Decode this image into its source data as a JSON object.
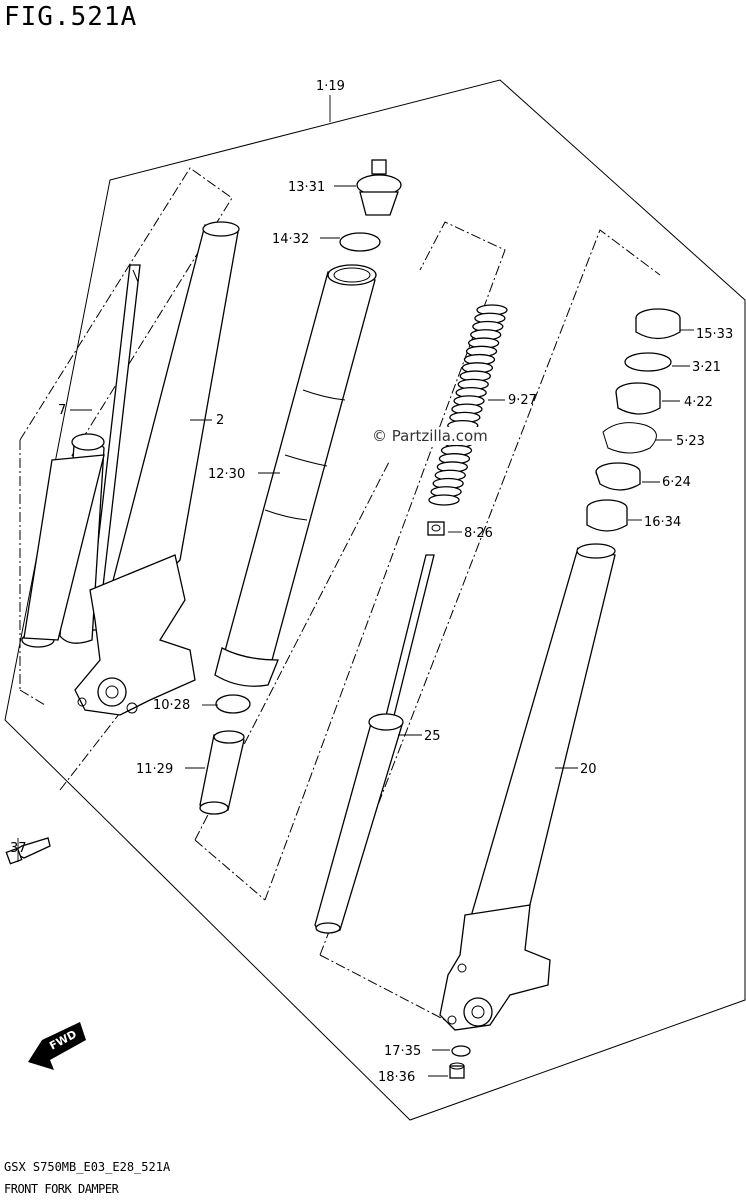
{
  "figure": {
    "title": "FIG.521A",
    "code": "GSX  S750MB_E03_E28_521A",
    "caption": "FRONT FORK DAMPER",
    "watermark": "© Partzilla.com",
    "direction_badge": "FWD"
  },
  "callouts": [
    {
      "id": "c-1-19",
      "label": "1·19"
    },
    {
      "id": "c-13-31",
      "label": "13·31"
    },
    {
      "id": "c-14-32",
      "label": "14·32"
    },
    {
      "id": "c-7",
      "label": "7"
    },
    {
      "id": "c-2",
      "label": "2"
    },
    {
      "id": "c-12-30",
      "label": "12·30"
    },
    {
      "id": "c-9-27",
      "label": "9·27"
    },
    {
      "id": "c-15-33",
      "label": "15·33"
    },
    {
      "id": "c-3-21",
      "label": "3·21"
    },
    {
      "id": "c-4-22",
      "label": "4·22"
    },
    {
      "id": "c-5-23",
      "label": "5·23"
    },
    {
      "id": "c-6-24",
      "label": "6·24"
    },
    {
      "id": "c-16-34",
      "label": "16·34"
    },
    {
      "id": "c-8-26",
      "label": "8·26"
    },
    {
      "id": "c-10-28",
      "label": "10·28"
    },
    {
      "id": "c-11-29",
      "label": "11·29"
    },
    {
      "id": "c-25",
      "label": "25"
    },
    {
      "id": "c-20",
      "label": "20"
    },
    {
      "id": "c-37",
      "label": "37"
    },
    {
      "id": "c-17-35",
      "label": "17·35"
    },
    {
      "id": "c-18-36",
      "label": "18·36"
    }
  ]
}
